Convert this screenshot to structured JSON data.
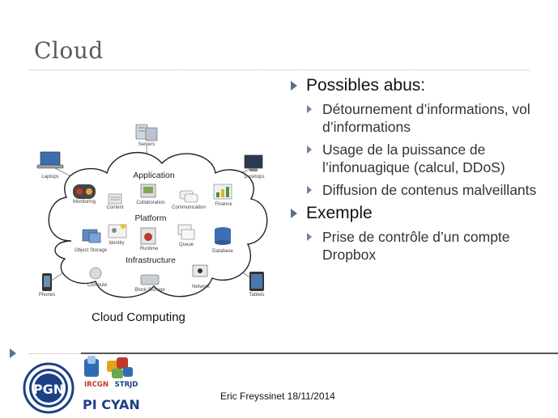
{
  "slide": {
    "title": "Cloud",
    "footer": "Eric Freyssinet 18/11/2014"
  },
  "bullets": {
    "b1": "Possibles abus:",
    "b1_1": "Détournement d’informations, vol d’informations",
    "b1_2": "Usage de la puissance de l’infonuagique (calcul, DDoS)",
    "b1_3": "Diffusion de contenus malveillants",
    "b2": "Exemple",
    "b2_1": "Prise de contrôle d’un compte Dropbox"
  },
  "diagram": {
    "caption": "Cloud Computing",
    "sections": {
      "application": "Application",
      "platform": "Platform",
      "infrastructure": "Infrastructure"
    },
    "devices": {
      "servers": "Servers",
      "laptops": "Laptops",
      "desktops": "Desktops",
      "phones": "Phones",
      "tablets": "Tablets"
    },
    "services": {
      "monitoring": "Monitoring",
      "content": "Content",
      "collaboration": "Collaboration",
      "communication": "Communication",
      "finance": "Finance",
      "object_storage": "Object Storage",
      "identity": "Identity",
      "runtime": "Runtime",
      "queue": "Queue",
      "database": "Database",
      "compute": "Compute",
      "block_storage": "Block Storage",
      "network": "Network"
    }
  },
  "logos": {
    "pgn": "PGN",
    "irccn": "IRCGN",
    "strjd": "STRJD",
    "picyan": "PI CYAN"
  }
}
